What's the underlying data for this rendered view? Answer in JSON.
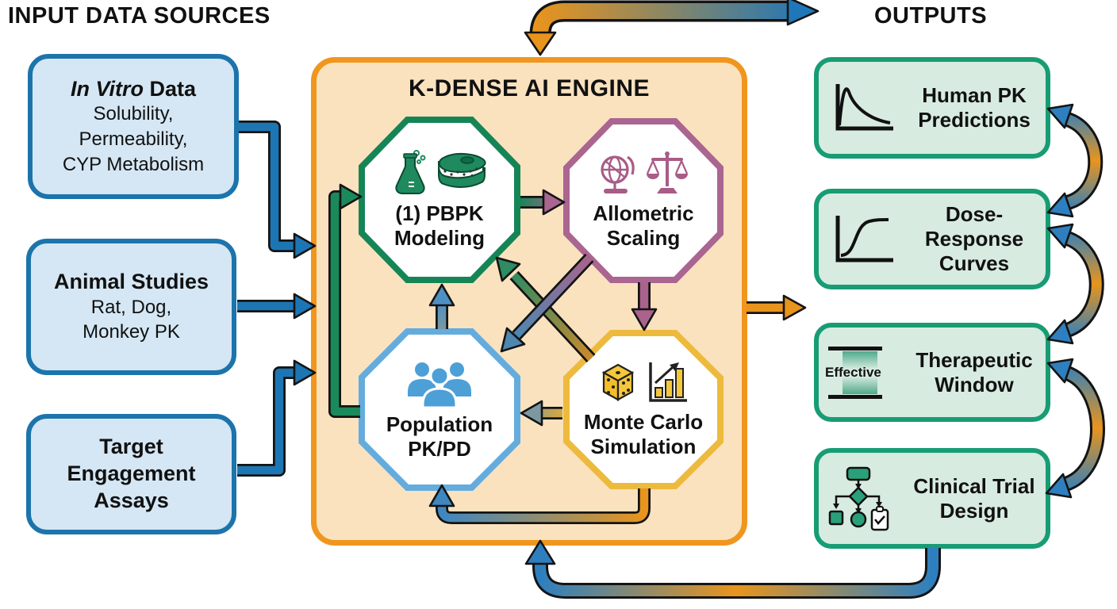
{
  "headers": {
    "inputs": "INPUT DATA SOURCES",
    "outputs": "OUTPUTS"
  },
  "input_boxes": {
    "invitro": {
      "title_em": "In Vitro",
      "title_rest": " Data",
      "line1": "Solubility,",
      "line2": "Permeability,",
      "line3": "CYP Metabolism"
    },
    "animal": {
      "title": "Animal Studies",
      "line1": "Rat, Dog,",
      "line2": "Monkey PK"
    },
    "target": {
      "line1": "Target",
      "line2": "Engagement",
      "line3": "Assays"
    }
  },
  "engine": {
    "title": "K-DENSE AI ENGINE",
    "pbpk": {
      "line1": "(1) PBPK",
      "line2": "Modeling",
      "icons": [
        "flask-icon",
        "tissue-membrane-icon"
      ]
    },
    "allometric": {
      "line1": "Allometric",
      "line2": "Scaling",
      "icons": [
        "globe-icon",
        "balance-scale-icon"
      ]
    },
    "population": {
      "line1": "Population",
      "line2": "PK/PD",
      "icons": [
        "people-group-icon"
      ]
    },
    "montecarlo": {
      "line1": "Monte Carlo",
      "line2": "Simulation",
      "icons": [
        "dice-icon",
        "bar-chart-rising-icon"
      ]
    }
  },
  "outputs": {
    "human_pk": {
      "line1": "Human PK",
      "line2": "Predictions",
      "icon": "pk-curve-icon"
    },
    "dose_response": {
      "line1": "Dose-",
      "line2": "Response",
      "line3": "Curves",
      "icon": "sigmoid-curve-icon"
    },
    "therapeutic": {
      "line1": "Therapeutic",
      "line2": "Window",
      "icon": "therapeutic-window-icon",
      "icon_label": "Effective"
    },
    "clinical": {
      "line1": "Clinical Trial",
      "line2": "Design",
      "icon": "trial-flowchart-icon"
    }
  },
  "colors": {
    "input_border": "#1C74AB",
    "input_fill": "#D5E7F4",
    "engine_border": "#F0961E",
    "engine_fill": "#FAE2BF",
    "pbpk_green": "#168556",
    "allometric_mauve": "#AA6590",
    "population_blue": "#64ACDE",
    "montecarlo_gold": "#EDBA3D",
    "output_border": "#179C74",
    "output_fill": "#D8EBE0",
    "arrow_blue": "#1D76B4",
    "arrow_orange": "#E8941D",
    "arrow_green": "#1B8A5B"
  }
}
